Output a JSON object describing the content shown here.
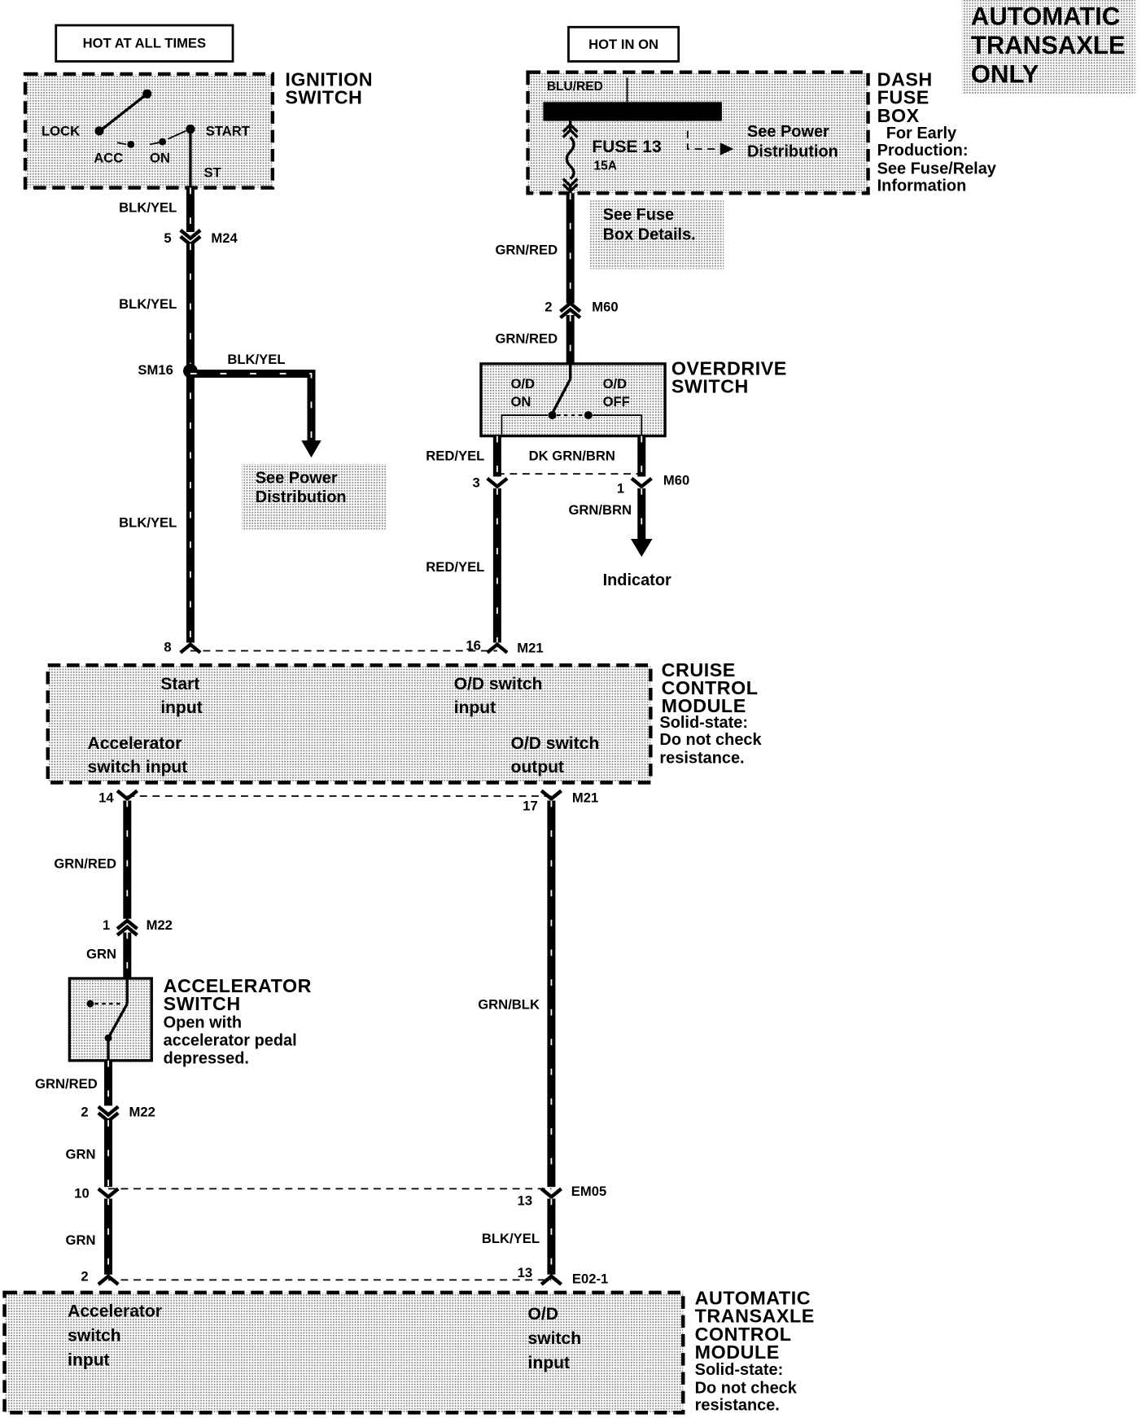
{
  "power_feeds": {
    "hot_at_all_times": "HOT AT ALL TIMES",
    "hot_in_on": "HOT IN ON"
  },
  "scope_note": [
    "AUTOMATIC",
    "TRANSAXLE",
    "ONLY"
  ],
  "ignition_switch": {
    "title": [
      "IGNITION",
      "SWITCH"
    ],
    "positions": {
      "lock": "LOCK",
      "acc": "ACC",
      "on": "ON",
      "start": "START",
      "st": "ST"
    }
  },
  "dash_fuse_box": {
    "title": [
      "DASH",
      "FUSE",
      "BOX"
    ],
    "note": [
      "For Early",
      "Production:",
      "See Fuse/Relay",
      "Information"
    ],
    "bus_wire": "BLU/RED",
    "fuse": {
      "name": "FUSE 13",
      "rating": "15A"
    },
    "power_distribution_ref": [
      "See Power",
      "Distribution"
    ],
    "details_ref": [
      "See Fuse",
      "Box Details."
    ]
  },
  "splice_branch": {
    "wire": "BLK/YEL",
    "power_distribution_ref": [
      "See Power",
      "Distribution"
    ]
  },
  "overdrive_switch": {
    "title": [
      "OVERDRIVE",
      "SWITCH"
    ],
    "on_position": [
      "O/D",
      "ON"
    ],
    "off_position": [
      "O/D",
      "OFF"
    ],
    "indicator": "Indicator"
  },
  "cruise_control_module": {
    "title": [
      "CRUISE",
      "CONTROL",
      "MODULE"
    ],
    "note": [
      "Solid-state:",
      "Do not check",
      "resistance."
    ],
    "terminals": {
      "start_input": [
        "Start",
        "input"
      ],
      "od_switch_input": [
        "O/D switch",
        "input"
      ],
      "accelerator_switch_input": [
        "Accelerator",
        "switch input"
      ],
      "od_switch_output": [
        "O/D switch",
        "output"
      ]
    }
  },
  "accelerator_switch": {
    "title": [
      "ACCELERATOR",
      "SWITCH"
    ],
    "note": [
      "Open with",
      "accelerator pedal",
      "depressed."
    ]
  },
  "transaxle_control_module": {
    "title": [
      "AUTOMATIC",
      "TRANSAXLE",
      "CONTROL",
      "MODULE"
    ],
    "note": [
      "Solid-state:",
      "Do not check",
      "resistance."
    ],
    "terminals": {
      "accelerator_switch_input": [
        "Accelerator",
        "switch",
        "input"
      ],
      "od_switch_input": [
        "O/D",
        "switch",
        "input"
      ]
    }
  },
  "circuits": {
    "ignition_feed": {
      "wire_labels": [
        "BLK/YEL",
        "BLK/YEL",
        "BLK/YEL"
      ],
      "connector_m24": {
        "name": "M24",
        "pin": "5"
      },
      "splice": "SM16",
      "connector_m21_pin": "8"
    },
    "fuse_feed": {
      "wire_labels": [
        "GRN/RED",
        "GRN/RED"
      ],
      "connector_m60": {
        "name": "M60",
        "pin": "2"
      }
    },
    "od_switch_outputs": {
      "on_wire_labels": [
        "RED/YEL",
        "RED/YEL"
      ],
      "off_wire_labels": [
        "DK GRN/BRN",
        "GRN/BRN"
      ],
      "connector_m60": {
        "name": "M60",
        "pin_on": "3",
        "pin_off": "1"
      },
      "connector_m21": {
        "name": "M21",
        "pin": "16"
      }
    },
    "accelerator_circuit": {
      "wire_labels": [
        "GRN/RED",
        "GRN",
        "GRN/RED",
        "GRN",
        "GRN"
      ],
      "connector_m21_pin": "14",
      "connector_m22_top": {
        "name": "M22",
        "pin": "1"
      },
      "connector_m22_bottom": {
        "name": "M22",
        "pin": "2"
      },
      "connector_em05_pin": "10",
      "connector_e02_pin": "2"
    },
    "od_output_circuit": {
      "wire_labels": [
        "GRN/BLK",
        "BLK/YEL"
      ],
      "connector_m21": {
        "name": "M21",
        "pin": "17"
      },
      "connector_em05": {
        "name": "EM05",
        "pin": "13"
      },
      "connector_e02": {
        "name": "E02-1",
        "pin": "13"
      }
    }
  }
}
